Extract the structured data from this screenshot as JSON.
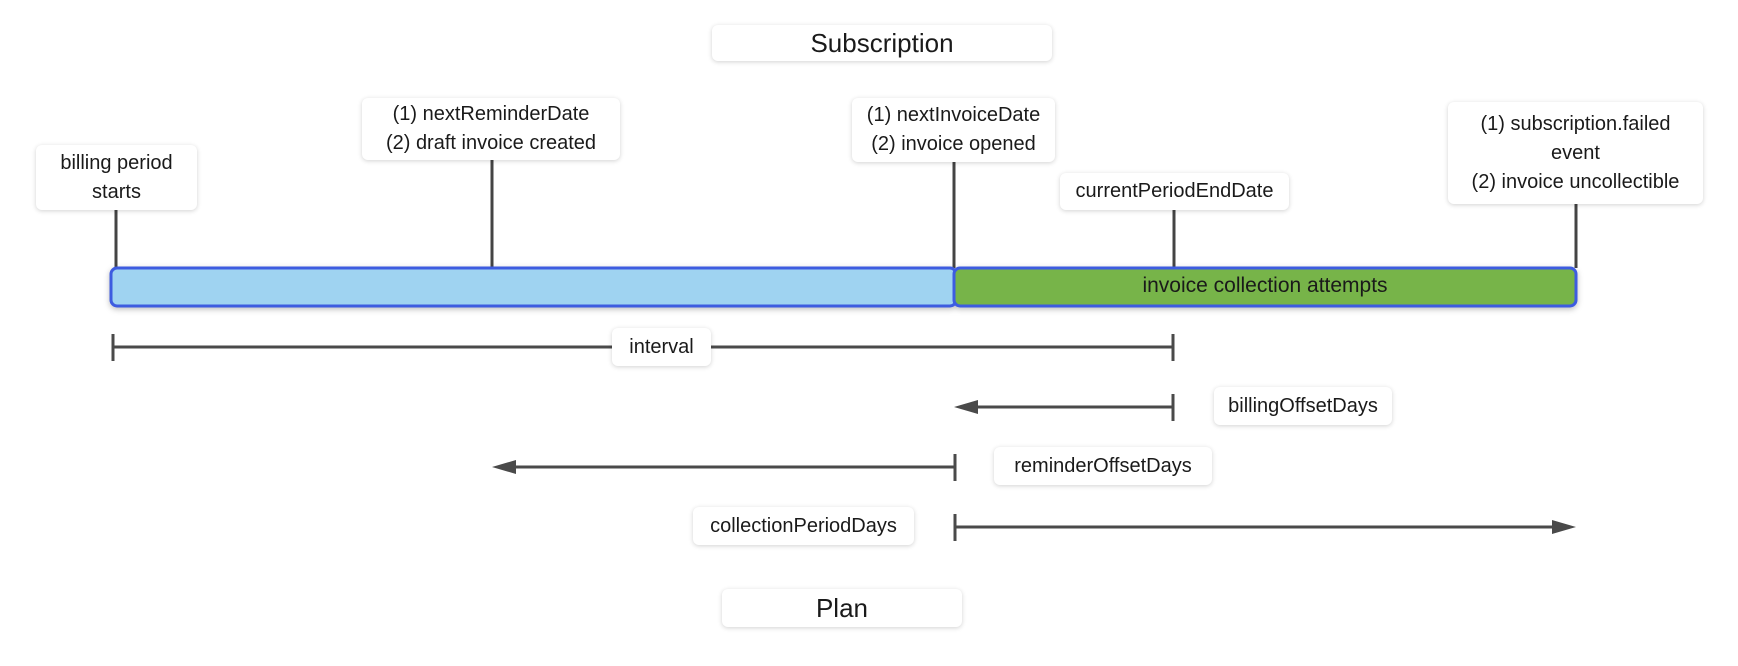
{
  "subscription_title": "Subscription",
  "plan_title": "Plan",
  "events": {
    "billing_start": [
      "billing period",
      "starts"
    ],
    "next_reminder": [
      "(1) nextReminderDate",
      "(2) draft invoice created"
    ],
    "next_invoice": [
      "(1) nextInvoiceDate",
      "(2) invoice opened"
    ],
    "current_period_end": "currentPeriodEndDate",
    "failed": [
      "(1) subscription.failed",
      "event",
      "(2) invoice uncollectible"
    ]
  },
  "bar": {
    "collection_label": "invoice collection attempts",
    "period_color": "#9fd3f1",
    "collection_color": "#77b44a",
    "border_color": "#3d5be0"
  },
  "measures": {
    "interval": "interval",
    "billing_offset": "billingOffsetDays",
    "reminder_offset": "reminderOffsetDays",
    "collection_period": "collectionPeriodDays"
  }
}
